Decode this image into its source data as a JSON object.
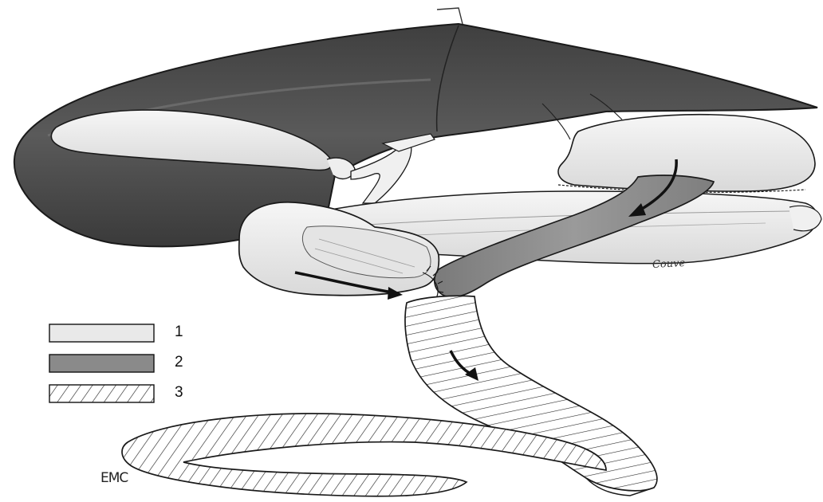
{
  "legend": {
    "items": [
      {
        "label": "1",
        "swatch": "light",
        "color": "#e9e9e9"
      },
      {
        "label": "2",
        "swatch": "dark",
        "color": "#8a8a8a"
      },
      {
        "label": "3",
        "swatch": "hatched",
        "color": "#ffffff"
      }
    ]
  },
  "logo": {
    "text": "EMC"
  },
  "signature": {
    "text": "Couve"
  },
  "colors": {
    "liver": "#4a4a4a",
    "liver_highlight": "#6d6d6d",
    "light_organ": "#ececec",
    "dark_limb": "#8c8c8c",
    "outline": "#1a1a1a",
    "hatch": "#2a2a2a"
  }
}
